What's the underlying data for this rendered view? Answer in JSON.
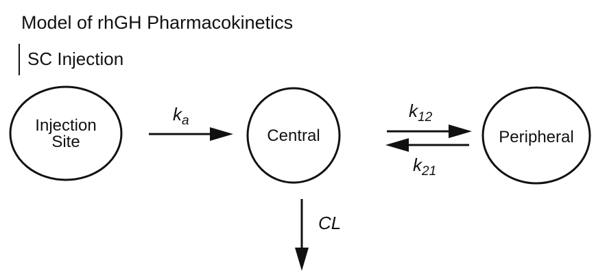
{
  "diagram": {
    "title": "Model of rhGH Pharmacokinetics",
    "route": "SC Injection",
    "nodes": {
      "injection_site": {
        "line1": "Injection",
        "line2": "Site"
      },
      "central": {
        "label": "Central"
      },
      "peripheral": {
        "label": "Peripheral"
      }
    },
    "edges": {
      "absorption": {
        "symbol": "k",
        "subscript": "a"
      },
      "central_to_peripheral": {
        "symbol": "k",
        "subscript": "12"
      },
      "peripheral_to_central": {
        "symbol": "k",
        "subscript": "21"
      },
      "clearance": {
        "label": "CL"
      }
    }
  }
}
